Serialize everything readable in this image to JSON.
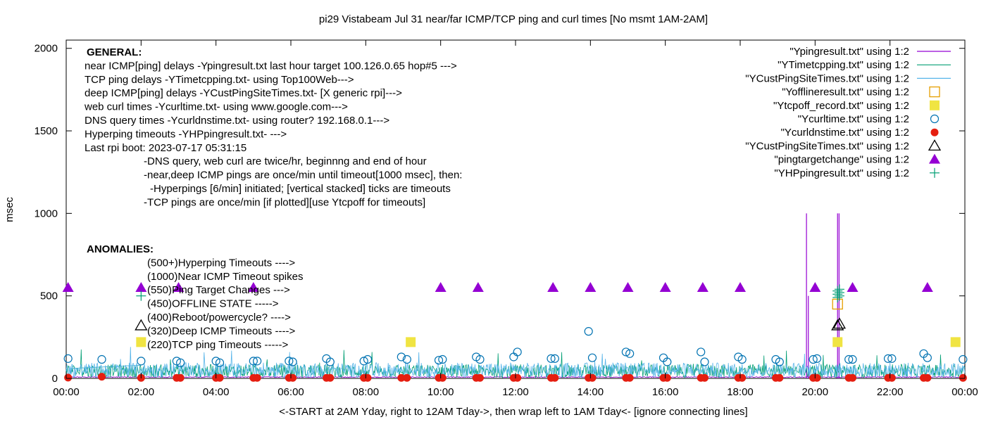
{
  "chart_data": {
    "type": "line",
    "title": "pi29 Vistabeam Jul 31  near/far ICMP/TCP ping and curl times [No msmt 1AM-2AM]",
    "xlabel": "<-START at 2AM Yday, right to 12AM Tday->, then wrap left to 1AM Tday<- [ignore connecting lines]",
    "ylabel": "msec",
    "xlim": [
      0,
      24
    ],
    "ylim": [
      0,
      2050
    ],
    "x_ticks": [
      "00:00",
      "02:00",
      "04:00",
      "06:00",
      "08:00",
      "10:00",
      "12:00",
      "14:00",
      "16:00",
      "18:00",
      "20:00",
      "22:00",
      "00:00"
    ],
    "y_ticks": [
      0,
      500,
      1000,
      1500,
      2000
    ],
    "grid": false,
    "legend_position": "top-right",
    "notes_general": [
      "GENERAL:",
      "near ICMP[ping] delays -Ypingresult.txt last hour target 100.126.0.65 hop#5 --->",
      "TCP ping delays -YTimetcpping.txt- using Top100Web--->",
      "deep ICMP[ping] delays -YCustPingSiteTimes.txt- [X generic rpi]--->",
      "web curl times -Ycurltime.txt- using www.google.com--->",
      "DNS query times -Ycurldnstime.txt- using router? 192.168.0.1--->",
      "Hyperping timeouts -YHPpingresult.txt- --->",
      "Last rpi boot: 2023-07-17 05:31:15",
      "-DNS query, web curl are twice/hr, beginnng and end of hour",
      "-near,deep ICMP pings are once/min until timeout[1000 msec], then:",
      "-Hyperpings [6/min] initiated; [vertical stacked] ticks are timeouts",
      "-TCP pings are once/min [if plotted][use Ytcpoff for timeouts]"
    ],
    "notes_anomalies": [
      "ANOMALIES:",
      "(500+)Hyperping Timeouts ---->",
      "(1000)Near ICMP Timeout spikes",
      "(550)Ping Target Changes --->",
      "(450)OFFLINE STATE ----->",
      "(400)Reboot/powercycle? ---->",
      "(320)Deep ICMP Timeouts ---->",
      "(220)TCP ping Timeouts ----->"
    ],
    "series": [
      {
        "name": "\"Ypingresult.txt\" using 1:2",
        "style": "line",
        "color": "#9400d3",
        "baseline": 8,
        "spikes": [
          [
            19.77,
            1000
          ],
          [
            19.82,
            500
          ],
          [
            20.6,
            1000
          ],
          [
            20.64,
            1000
          ]
        ]
      },
      {
        "name": "\"YTimetcpping.txt\" using 1:2",
        "style": "line",
        "color": "#009e73",
        "baseline": 45,
        "noise": 40
      },
      {
        "name": "\"YCustPingSiteTimes.txt\" using 1:2",
        "style": "line",
        "color": "#56b4e9",
        "baseline": 50,
        "noise": 45
      },
      {
        "name": "\"Yofflineresult.txt\" using 1:2",
        "style": "open-square",
        "color": "#e69f00",
        "points": [
          [
            20.6,
            450
          ]
        ]
      },
      {
        "name": "\"Ytcpoff_record.txt\" using 1:2",
        "style": "filled-square",
        "color": "#f0e442",
        "points": [
          [
            2.0,
            220
          ],
          [
            9.2,
            220
          ],
          [
            20.6,
            220
          ],
          [
            23.75,
            220
          ]
        ]
      },
      {
        "name": "\"Ycurltime.txt\" using 1:2",
        "style": "open-circle",
        "color": "#0072b2",
        "points": [
          [
            0.05,
            120
          ],
          [
            0.95,
            115
          ],
          [
            2.0,
            105
          ],
          [
            2.95,
            105
          ],
          [
            3.05,
            95
          ],
          [
            4.0,
            105
          ],
          [
            4.1,
            95
          ],
          [
            5.0,
            105
          ],
          [
            5.1,
            105
          ],
          [
            5.95,
            105
          ],
          [
            6.05,
            100
          ],
          [
            6.95,
            120
          ],
          [
            7.05,
            100
          ],
          [
            7.95,
            105
          ],
          [
            8.05,
            115
          ],
          [
            8.95,
            130
          ],
          [
            9.1,
            115
          ],
          [
            9.95,
            110
          ],
          [
            10.05,
            115
          ],
          [
            10.95,
            130
          ],
          [
            11.05,
            115
          ],
          [
            11.95,
            130
          ],
          [
            12.05,
            160
          ],
          [
            12.95,
            120
          ],
          [
            13.05,
            120
          ],
          [
            13.95,
            285
          ],
          [
            14.05,
            125
          ],
          [
            14.95,
            160
          ],
          [
            15.05,
            150
          ],
          [
            15.95,
            125
          ],
          [
            16.05,
            100
          ],
          [
            16.95,
            160
          ],
          [
            17.05,
            100
          ],
          [
            17.95,
            130
          ],
          [
            18.05,
            115
          ],
          [
            18.95,
            115
          ],
          [
            19.05,
            100
          ],
          [
            19.95,
            115
          ],
          [
            20.05,
            120
          ],
          [
            20.9,
            115
          ],
          [
            21.0,
            115
          ],
          [
            21.95,
            120
          ],
          [
            22.05,
            120
          ],
          [
            22.9,
            150
          ],
          [
            23.0,
            125
          ],
          [
            23.95,
            115
          ]
        ]
      },
      {
        "name": "\"Ycurldnstime.txt\" using 1:2",
        "style": "filled-circle",
        "color": "#e51e10",
        "points": [
          [
            0.05,
            5
          ],
          [
            0.95,
            10
          ],
          [
            2.0,
            3
          ],
          [
            2.95,
            3
          ],
          [
            3.05,
            3
          ],
          [
            4.0,
            3
          ],
          [
            4.1,
            3
          ],
          [
            5.0,
            3
          ],
          [
            5.1,
            3
          ],
          [
            5.95,
            3
          ],
          [
            6.05,
            3
          ],
          [
            6.95,
            3
          ],
          [
            7.05,
            3
          ],
          [
            7.95,
            3
          ],
          [
            8.05,
            3
          ],
          [
            8.95,
            3
          ],
          [
            9.1,
            3
          ],
          [
            9.95,
            3
          ],
          [
            10.05,
            3
          ],
          [
            10.95,
            3
          ],
          [
            11.05,
            3
          ],
          [
            11.95,
            3
          ],
          [
            12.05,
            3
          ],
          [
            12.95,
            3
          ],
          [
            13.05,
            3
          ],
          [
            13.95,
            3
          ],
          [
            14.05,
            3
          ],
          [
            14.95,
            3
          ],
          [
            15.05,
            3
          ],
          [
            15.95,
            3
          ],
          [
            16.05,
            3
          ],
          [
            16.95,
            3
          ],
          [
            17.05,
            3
          ],
          [
            17.95,
            3
          ],
          [
            18.05,
            3
          ],
          [
            18.95,
            3
          ],
          [
            19.05,
            3
          ],
          [
            19.95,
            3
          ],
          [
            20.05,
            3
          ],
          [
            20.9,
            3
          ],
          [
            21.0,
            3
          ],
          [
            21.95,
            3
          ],
          [
            22.05,
            3
          ],
          [
            22.9,
            3
          ],
          [
            23.0,
            3
          ],
          [
            23.95,
            3
          ]
        ]
      },
      {
        "name": "\"YCustPingSiteTimes.txt\" using 1:2",
        "style": "open-triangle",
        "color": "#000000",
        "points": [
          [
            2.0,
            320
          ],
          [
            20.6,
            320
          ],
          [
            20.65,
            330
          ]
        ]
      },
      {
        "name": "\"pingtargetchange\" using 1:2",
        "style": "filled-triangle",
        "color": "#9400d3",
        "points": [
          [
            0.05,
            550
          ],
          [
            2.0,
            550
          ],
          [
            3.0,
            550
          ],
          [
            5.0,
            550
          ],
          [
            10.0,
            550
          ],
          [
            11.0,
            550
          ],
          [
            13.0,
            550
          ],
          [
            14.0,
            550
          ],
          [
            15.0,
            550
          ],
          [
            16.0,
            550
          ],
          [
            17.0,
            550
          ],
          [
            18.0,
            550
          ],
          [
            20.0,
            550
          ],
          [
            21.0,
            550
          ],
          [
            23.0,
            550
          ]
        ]
      },
      {
        "name": "\"YHPpingresult.txt\" using 1:2",
        "style": "plus",
        "color": "#009e73",
        "points": [
          [
            2.0,
            500
          ],
          [
            20.6,
            490
          ],
          [
            20.6,
            510
          ],
          [
            20.6,
            530
          ],
          [
            20.65,
            500
          ],
          [
            20.65,
            520
          ],
          [
            20.65,
            540
          ]
        ]
      }
    ]
  }
}
